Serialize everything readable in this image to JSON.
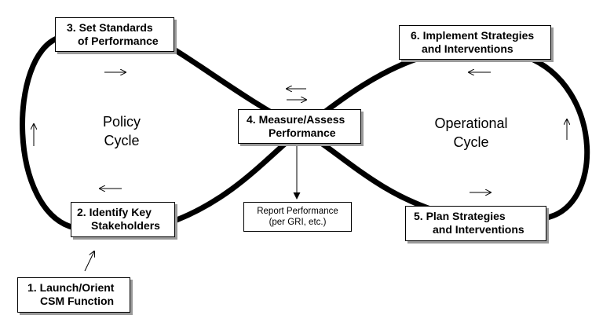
{
  "steps": {
    "s1": {
      "line1": "1.  Launch/Orient",
      "line2": "CSM Function"
    },
    "s2": {
      "line1": "2.  Identify Key",
      "line2": "Stakeholders"
    },
    "s3": {
      "line1": "3.  Set Standards",
      "line2": "of Performance"
    },
    "s4": {
      "line1": "4.  Measure/Assess",
      "line2": "Performance"
    },
    "s5": {
      "line1": "5.  Plan Strategies",
      "line2": "and Interventions"
    },
    "s6": {
      "line1": "6.  Implement Strategies",
      "line2": "and Interventions"
    }
  },
  "report": {
    "line1": "Report Performance",
    "line2": "(per GRI, etc.)"
  },
  "cycles": {
    "policy": {
      "line1": "Policy",
      "line2": "Cycle"
    },
    "operational": {
      "line1": "Operational",
      "line2": "Cycle"
    }
  },
  "colors": {
    "loop": "#000000",
    "shadow": "#9a9a9a"
  }
}
